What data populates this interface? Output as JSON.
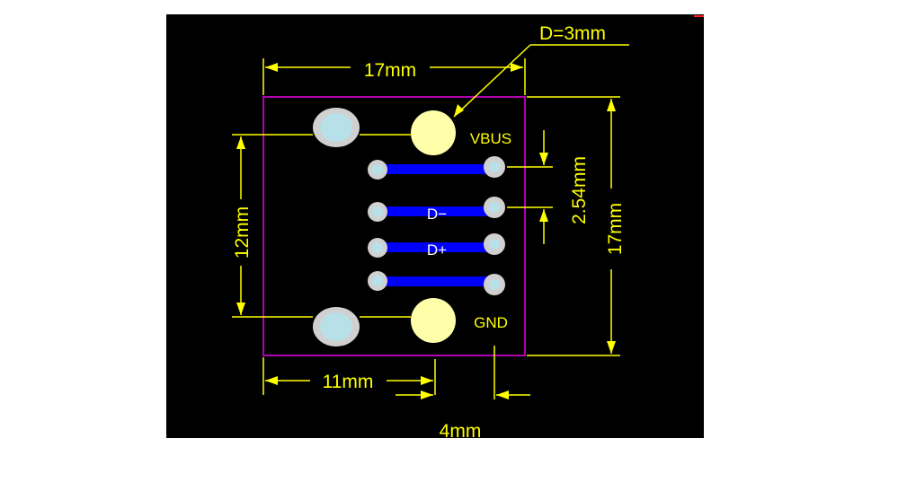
{
  "colors": {
    "canvas_bg": "#ffffff",
    "board_bg": "#000000",
    "outline": "#b000b0",
    "dimension": "#ffff00",
    "pad_copper": "#ffffaa",
    "pad_ring": "#d0d0d0",
    "pad_hole": "#b8e0e8",
    "trace": "#0000ff",
    "signal_text": "#ffffff"
  },
  "dimensions": {
    "board_width": "17mm",
    "board_height": "17mm",
    "hole_diameter": "D=3mm",
    "mount_spacing": "12mm",
    "pin_pitch": "2.54mm",
    "hole_offset": "11mm",
    "pin_offset": "4mm"
  },
  "pins": {
    "vbus": "VBUS",
    "dminus": "D−",
    "dplus": "D+",
    "gnd": "GND"
  }
}
